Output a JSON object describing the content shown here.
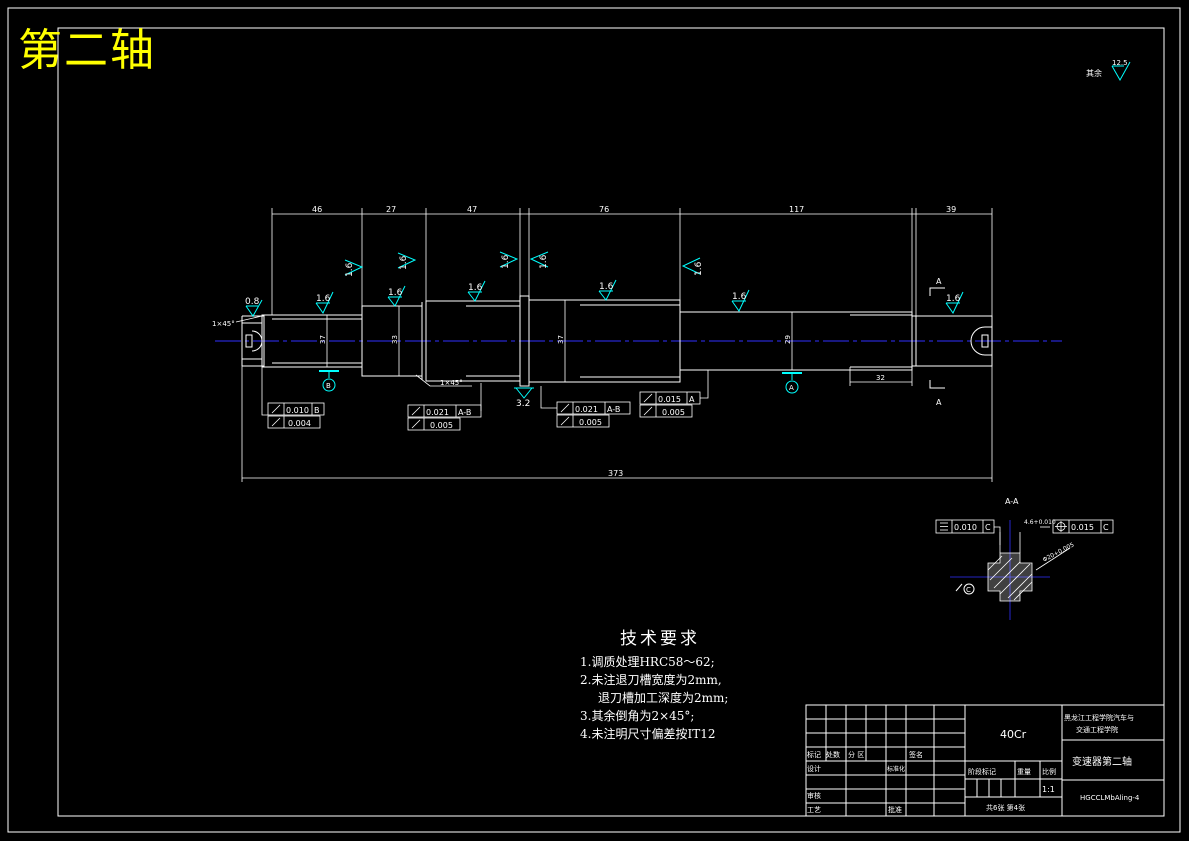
{
  "title": "第二轴",
  "roughness_note": {
    "label": "其余",
    "value": "12.5"
  },
  "dimensions": {
    "d46": "46",
    "d27": "27",
    "d47": "47",
    "d76": "76",
    "d117": "117",
    "d39": "39",
    "total": "373",
    "key": "32",
    "dia37a": "37",
    "dia33": "33",
    "dia37b": "37",
    "dia29": "29",
    "chamfer_left": "1×45°",
    "chamfer_mid": "1×45°",
    "r08": "0.8"
  },
  "roughness": {
    "r16": "1.6",
    "r32": "3.2"
  },
  "datums": {
    "a": "A",
    "b": "B"
  },
  "section_labels": {
    "a_top": "A",
    "a_bottom": "A",
    "section": "A-A"
  },
  "tolerances": {
    "t1_val": "0.010",
    "t1_ref": "B",
    "t1b_val": "0.004",
    "t2_val": "0.021",
    "t2_ref": "A-B",
    "t2b_val": "0.005",
    "t3_val": "0.021",
    "t3_ref": "A-B",
    "t3b_val": "0.005",
    "t4_val": "0.015",
    "t4_ref": "A",
    "t4b_val": "0.005",
    "sym_val": "0.010",
    "sym_ref": "C",
    "pos_val": "0.015",
    "pos_ref": "C"
  },
  "section_notes": {
    "key_width": "4.6+0.010",
    "hole": "Φ20+0.005",
    "datum": "C"
  },
  "tech": {
    "heading": "技术要求",
    "l1": "1.调质处理HRC58～62;",
    "l2": "2.未注退刀槽宽度为2mm,",
    "l3": "退刀槽加工深度为2mm;",
    "l4": "3.其余倒角为2×45°;",
    "l5": "4.未注明尺寸偏差按IT12"
  },
  "title_block": {
    "material": "40Cr",
    "school": "黑龙江工程学院汽车与交通工程学院",
    "school_l1": "黑龙江工程学院汽车与",
    "school_l2": "交通工程学院",
    "part_name": "变速器第二轴",
    "drawing_no": "HGCCLMbAling-4",
    "scale": "1:1",
    "sheets": "共6张 第4张",
    "hdr_mark": "标记",
    "hdr_count": "处数",
    "hdr_zone": "分 区",
    "hdr_sign": "签名",
    "design": "设计",
    "standard": "标准化",
    "review": "审核",
    "process": "工艺",
    "approve": "批准",
    "stage": "阶段标记",
    "weight": "重量",
    "ratio": "比例"
  }
}
